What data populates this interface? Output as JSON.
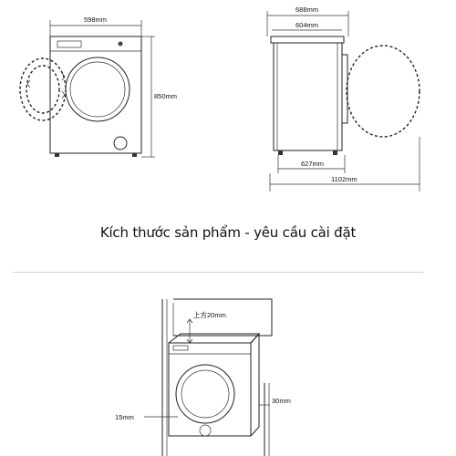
{
  "caption": "Kích thước sản phẩm - yêu cầu cài đặt",
  "front_view": {
    "width_label": "598mm",
    "height_label": "850mm"
  },
  "side_view": {
    "total_depth_label": "688mm",
    "body_depth_label": "604mm",
    "foot_depth_label": "627mm",
    "door_open_label": "1102mm"
  },
  "install_view": {
    "top_clearance_label": "上方20mm",
    "side_clearance_label": "15mm",
    "back_clearance_label": "30mm"
  }
}
